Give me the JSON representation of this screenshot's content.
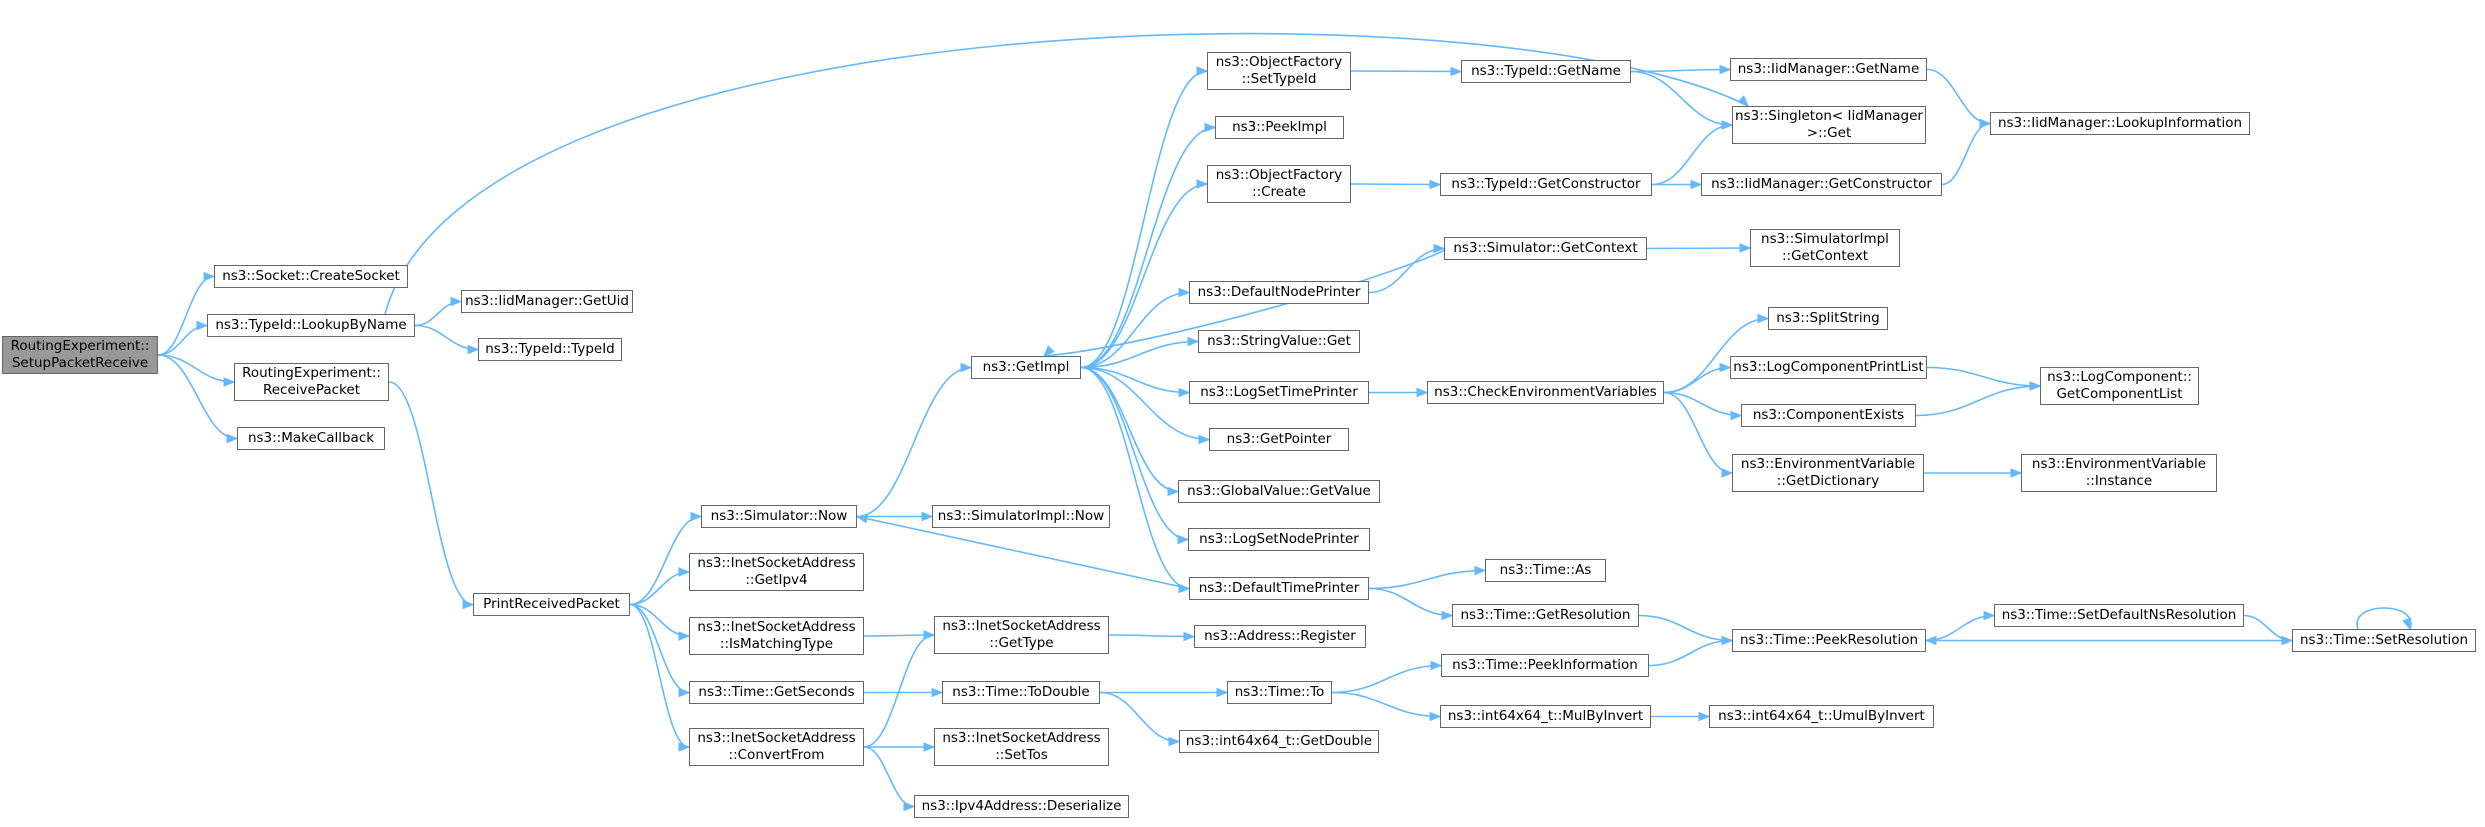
{
  "colors": {
    "edge": "#63b8ff",
    "node_border": "#666666",
    "root_fill": "#999999",
    "node_fill": "#ffffff"
  },
  "nodes": {
    "n0": "RoutingExperiment::\nSetupPacketReceive",
    "n1": "ns3::Socket::CreateSocket",
    "n2": "ns3::TypeId::LookupByName",
    "n3": "RoutingExperiment::\nReceivePacket",
    "n4": "ns3::MakeCallback",
    "n5": "ns3::IidManager::GetUid",
    "n6": "ns3::TypeId::TypeId",
    "n7": "PrintReceivedPacket",
    "n8": "ns3::Simulator::Now",
    "n9": "ns3::InetSocketAddress\n::GetIpv4",
    "n10": "ns3::InetSocketAddress\n::IsMatchingType",
    "n11": "ns3::Time::GetSeconds",
    "n12": "ns3::InetSocketAddress\n::ConvertFrom",
    "n13": "ns3::GetImpl",
    "n14": "ns3::SimulatorImpl::Now",
    "n15": "ns3::InetSocketAddress\n::GetType",
    "n16": "ns3::Time::ToDouble",
    "n17": "ns3::InetSocketAddress\n::SetTos",
    "n18": "ns3::Ipv4Address::Deserialize",
    "n19": "ns3::ObjectFactory\n::SetTypeId",
    "n20": "ns3::PeekImpl",
    "n21": "ns3::ObjectFactory\n::Create",
    "n22": "ns3::DefaultNodePrinter",
    "n23": "ns3::StringValue::Get",
    "n24": "ns3::LogSetTimePrinter",
    "n25": "ns3::GetPointer",
    "n26": "ns3::GlobalValue::GetValue",
    "n27": "ns3::LogSetNodePrinter",
    "n28": "ns3::DefaultTimePrinter",
    "n29": "ns3::Address::Register",
    "n30": "ns3::Time::To",
    "n31": "ns3::int64x64_t::GetDouble",
    "n32": "ns3::TypeId::GetName",
    "n33": "ns3::TypeId::GetConstructor",
    "n34": "ns3::Simulator::GetContext",
    "n35": "ns3::CheckEnvironmentVariables",
    "n36": "ns3::Time::As",
    "n37": "ns3::Time::GetResolution",
    "n38": "ns3::Time::PeekInformation",
    "n39": "ns3::int64x64_t::MulByInvert",
    "n40": "ns3::IidManager::GetName",
    "n41": "ns3::Singleton< IidManager\n >::Get",
    "n42": "ns3::IidManager::GetConstructor",
    "n43": "ns3::SimulatorImpl\n::GetContext",
    "n44": "ns3::SplitString",
    "n45": "ns3::LogComponentPrintList",
    "n46": "ns3::ComponentExists",
    "n47": "ns3::EnvironmentVariable\n::GetDictionary",
    "n48": "ns3::Time::PeekResolution",
    "n49": "ns3::int64x64_t::UmulByInvert",
    "n50": "ns3::IidManager::LookupInformation",
    "n51": "ns3::LogComponent::\nGetComponentList",
    "n52": "ns3::EnvironmentVariable\n::Instance",
    "n53": "ns3::Time::SetDefaultNsResolution",
    "n54": "ns3::Time::SetResolution"
  }
}
